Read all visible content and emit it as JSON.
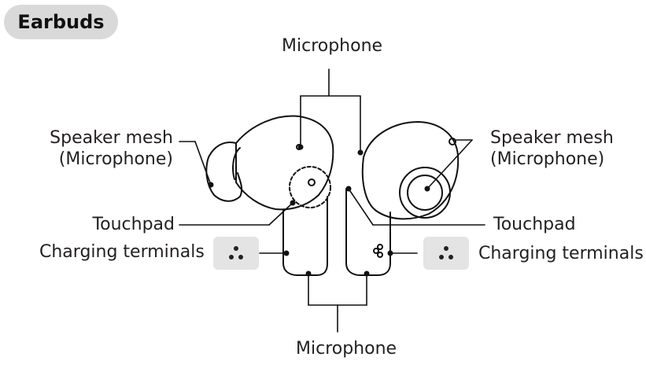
{
  "header": {
    "title": "Earbuds"
  },
  "labels": {
    "microphone_top": "Microphone",
    "microphone_bottom": "Microphone",
    "speaker_mesh_left": "Speaker mesh",
    "speaker_mesh_left_sub": "(Microphone)",
    "speaker_mesh_right": "Speaker mesh",
    "speaker_mesh_right_sub": "(Microphone)",
    "touchpad_left": "Touchpad",
    "touchpad_right": "Touchpad",
    "charging_left": "Charging terminals",
    "charging_right": "Charging terminals"
  }
}
